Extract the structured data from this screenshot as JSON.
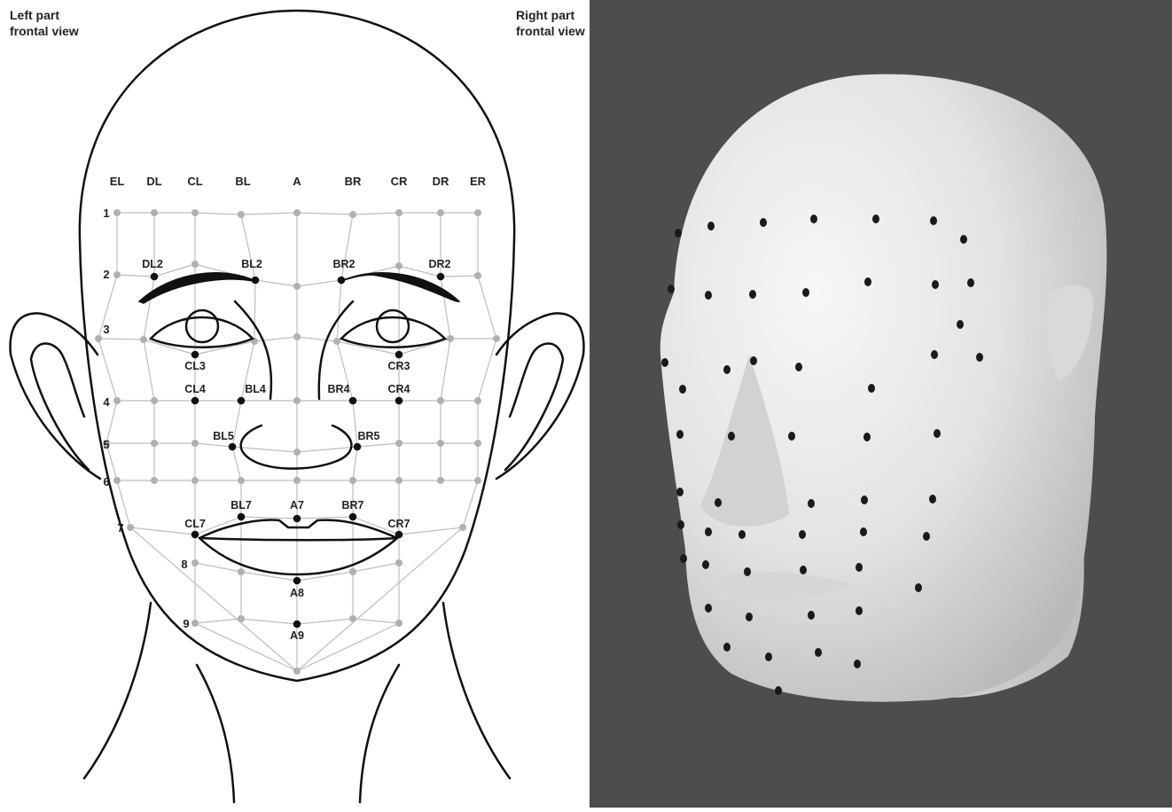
{
  "captions": {
    "left": "Left part\nfrontal view",
    "right": "Right part\nfrontal view"
  },
  "column_labels": [
    "EL",
    "DL",
    "CL",
    "BL",
    "A",
    "BR",
    "CR",
    "DR",
    "ER"
  ],
  "row_labels": [
    "1",
    "2",
    "3",
    "4",
    "5",
    "6",
    "7",
    "8",
    "9"
  ],
  "point_labels": {
    "DL2": "DL2",
    "BL2": "BL2",
    "BR2": "BR2",
    "DR2": "DR2",
    "CL3": "CL3",
    "CR3": "CR3",
    "CL4": "CL4",
    "BL4": "BL4",
    "BR4": "BR4",
    "CR4": "CR4",
    "BL5": "BL5",
    "BR5": "BR5",
    "BL7": "BL7",
    "A7": "A7",
    "BR7": "BR7",
    "CL7": "CL7",
    "CR7": "CR7",
    "A8": "A8",
    "A9": "A9"
  },
  "colors": {
    "grid_line": "#bdbdbd",
    "grid_point": "#b0b0b0",
    "highlighted_point": "#111111",
    "outline": "#111111",
    "right_background": "#4d4d4d",
    "head_model": "#e9e9e9",
    "marker": "#1a1a1a"
  },
  "icons": {
    "left_panel": "face-outline-diagram",
    "right_panel": "3d-head-model-with-markers"
  }
}
